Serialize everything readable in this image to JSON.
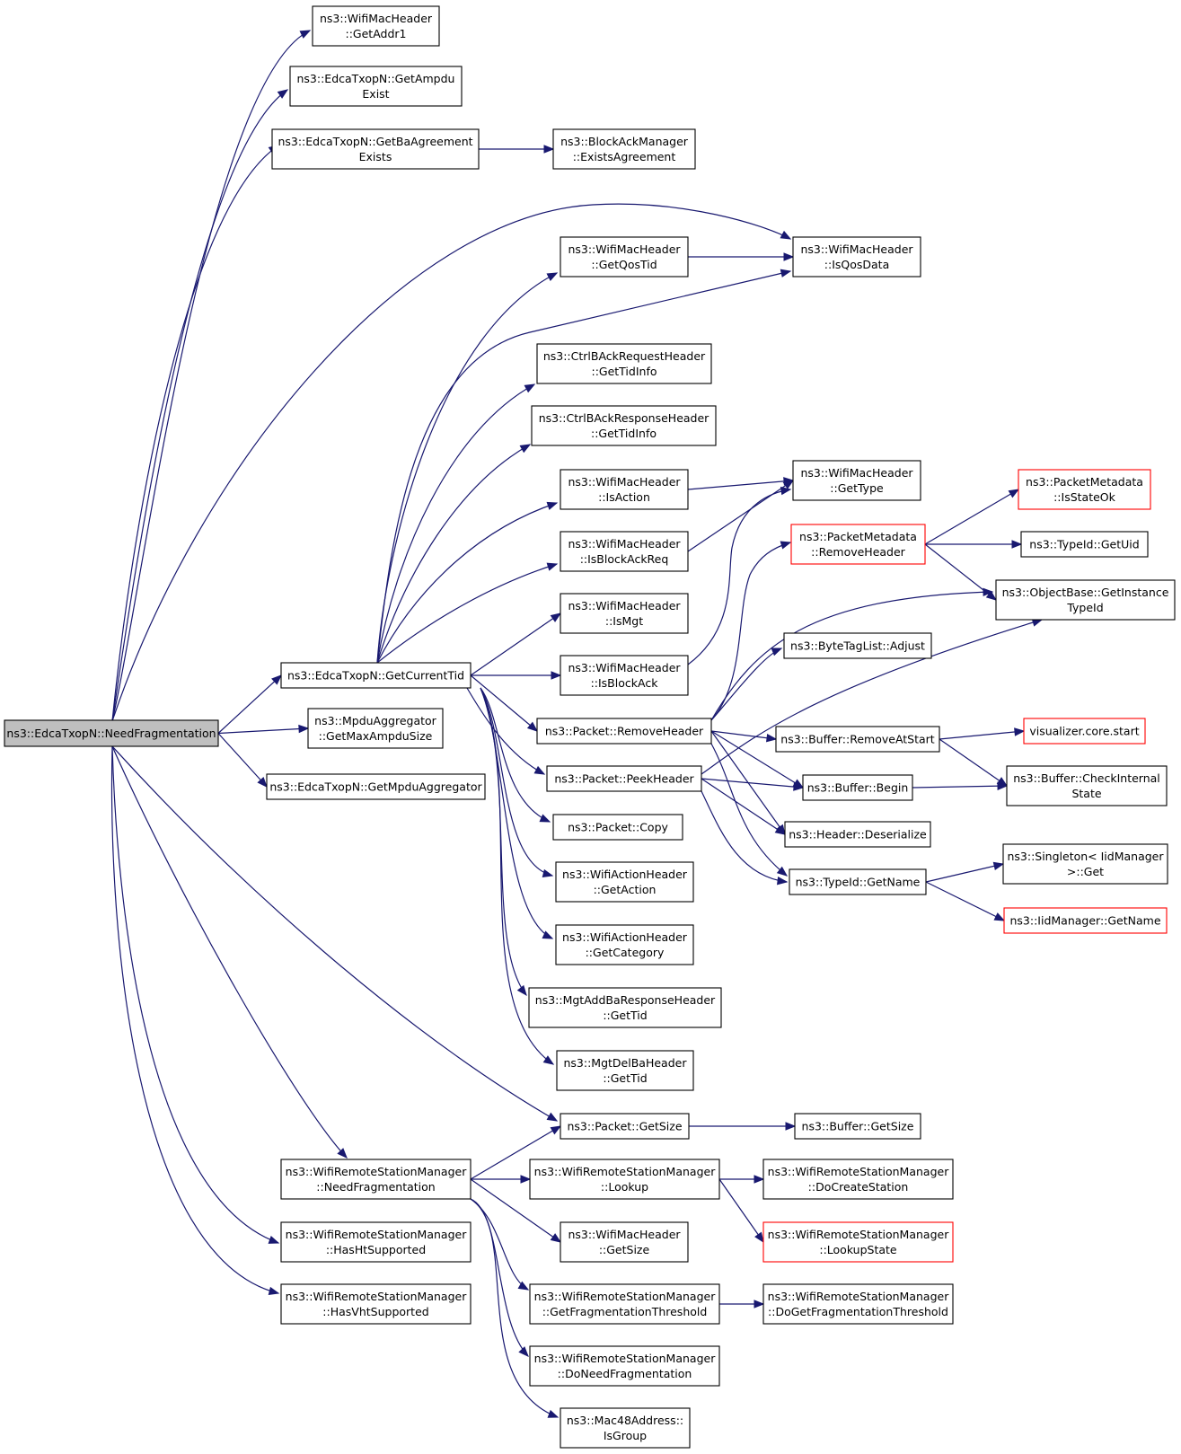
{
  "colors": {
    "edge": "#191970",
    "node_border": "#000000",
    "truncated_border": "#ff0000",
    "root_fill": "#bfbfbf"
  },
  "nodes": [
    {
      "id": "n0",
      "lines": [
        "ns3::EdcaTxopN::NeedFragmentation"
      ],
      "root": true
    },
    {
      "id": "n1",
      "lines": [
        "ns3::WifiMacHeader",
        "::GetAddr1"
      ]
    },
    {
      "id": "n2",
      "lines": [
        "ns3::EdcaTxopN::GetAmpdu",
        "Exist"
      ]
    },
    {
      "id": "n3",
      "lines": [
        "ns3::EdcaTxopN::GetBaAgreement",
        "Exists"
      ]
    },
    {
      "id": "n4",
      "lines": [
        "ns3::BlockAckManager",
        "::ExistsAgreement"
      ]
    },
    {
      "id": "n5",
      "lines": [
        "ns3::WifiMacHeader",
        "::GetQosTid"
      ]
    },
    {
      "id": "n6",
      "lines": [
        "ns3::WifiMacHeader",
        "::IsQosData"
      ]
    },
    {
      "id": "n7",
      "lines": [
        "ns3::CtrlBAckRequestHeader",
        "::GetTidInfo"
      ]
    },
    {
      "id": "n8",
      "lines": [
        "ns3::CtrlBAckResponseHeader",
        "::GetTidInfo"
      ]
    },
    {
      "id": "n9",
      "lines": [
        "ns3::WifiMacHeader",
        "::IsAction"
      ]
    },
    {
      "id": "n10",
      "lines": [
        "ns3::WifiMacHeader",
        "::GetType"
      ]
    },
    {
      "id": "n11",
      "lines": [
        "ns3::PacketMetadata",
        "::IsStateOk"
      ],
      "truncated": true
    },
    {
      "id": "n12",
      "lines": [
        "ns3::PacketMetadata",
        "::RemoveHeader"
      ],
      "truncated": true
    },
    {
      "id": "n13",
      "lines": [
        "ns3::TypeId::GetUid"
      ]
    },
    {
      "id": "n14",
      "lines": [
        "ns3::WifiMacHeader",
        "::IsBlockAckReq"
      ]
    },
    {
      "id": "n15",
      "lines": [
        "ns3::ObjectBase::GetInstance",
        "TypeId"
      ]
    },
    {
      "id": "n16",
      "lines": [
        "ns3::WifiMacHeader",
        "::IsMgt"
      ]
    },
    {
      "id": "n17",
      "lines": [
        "ns3::ByteTagList::Adjust"
      ]
    },
    {
      "id": "n18",
      "lines": [
        "ns3::EdcaTxopN::GetCurrentTid"
      ]
    },
    {
      "id": "n19",
      "lines": [
        "ns3::WifiMacHeader",
        "::IsBlockAck"
      ]
    },
    {
      "id": "n20",
      "lines": [
        "ns3::Packet::RemoveHeader"
      ]
    },
    {
      "id": "n21",
      "lines": [
        "ns3::Buffer::RemoveAtStart"
      ]
    },
    {
      "id": "n22",
      "lines": [
        "visualizer.core.start"
      ],
      "truncated": true
    },
    {
      "id": "n23",
      "lines": [
        "ns3::MpduAggregator",
        "::GetMaxAmpduSize"
      ]
    },
    {
      "id": "n24",
      "lines": [
        "ns3::EdcaTxopN::GetMpduAggregator"
      ]
    },
    {
      "id": "n25",
      "lines": [
        "ns3::Packet::PeekHeader"
      ]
    },
    {
      "id": "n26",
      "lines": [
        "ns3::Buffer::Begin"
      ]
    },
    {
      "id": "n27",
      "lines": [
        "ns3::Buffer::CheckInternal",
        "State"
      ]
    },
    {
      "id": "n28",
      "lines": [
        "ns3::Packet::Copy"
      ]
    },
    {
      "id": "n29",
      "lines": [
        "ns3::Header::Deserialize"
      ]
    },
    {
      "id": "n30",
      "lines": [
        "ns3::WifiActionHeader",
        "::GetAction"
      ]
    },
    {
      "id": "n31",
      "lines": [
        "ns3::TypeId::GetName"
      ]
    },
    {
      "id": "n32",
      "lines": [
        "ns3::Singleton< IidManager",
        ">::Get"
      ]
    },
    {
      "id": "n33",
      "lines": [
        "ns3::IidManager::GetName"
      ],
      "truncated": true
    },
    {
      "id": "n34",
      "lines": [
        "ns3::WifiActionHeader",
        "::GetCategory"
      ]
    },
    {
      "id": "n35",
      "lines": [
        "ns3::MgtAddBaResponseHeader",
        "::GetTid"
      ]
    },
    {
      "id": "n36",
      "lines": [
        "ns3::MgtDelBaHeader",
        "::GetTid"
      ]
    },
    {
      "id": "n37",
      "lines": [
        "ns3::Packet::GetSize"
      ]
    },
    {
      "id": "n38",
      "lines": [
        "ns3::Buffer::GetSize"
      ]
    },
    {
      "id": "n39",
      "lines": [
        "ns3::WifiRemoteStationManager",
        "::NeedFragmentation"
      ]
    },
    {
      "id": "n40",
      "lines": [
        "ns3::WifiRemoteStationManager",
        "::Lookup"
      ]
    },
    {
      "id": "n41",
      "lines": [
        "ns3::WifiRemoteStationManager",
        "::DoCreateStation"
      ]
    },
    {
      "id": "n42",
      "lines": [
        "ns3::WifiRemoteStationManager",
        "::HasHtSupported"
      ]
    },
    {
      "id": "n43",
      "lines": [
        "ns3::WifiMacHeader",
        "::GetSize"
      ]
    },
    {
      "id": "n44",
      "lines": [
        "ns3::WifiRemoteStationManager",
        "::LookupState"
      ],
      "truncated": true
    },
    {
      "id": "n45",
      "lines": [
        "ns3::WifiRemoteStationManager",
        "::HasVhtSupported"
      ]
    },
    {
      "id": "n46",
      "lines": [
        "ns3::WifiRemoteStationManager",
        "::GetFragmentationThreshold"
      ]
    },
    {
      "id": "n47",
      "lines": [
        "ns3::WifiRemoteStationManager",
        "::DoGetFragmentationThreshold"
      ]
    },
    {
      "id": "n48",
      "lines": [
        "ns3::WifiRemoteStationManager",
        "::DoNeedFragmentation"
      ]
    },
    {
      "id": "n49",
      "lines": [
        "ns3::Mac48Address::",
        "IsGroup"
      ]
    }
  ],
  "edges": [
    [
      "n0",
      "n1"
    ],
    [
      "n0",
      "n2"
    ],
    [
      "n0",
      "n3"
    ],
    [
      "n0",
      "n6"
    ],
    [
      "n0",
      "n18"
    ],
    [
      "n0",
      "n23"
    ],
    [
      "n0",
      "n24"
    ],
    [
      "n0",
      "n37"
    ],
    [
      "n0",
      "n39"
    ],
    [
      "n0",
      "n42"
    ],
    [
      "n0",
      "n45"
    ],
    [
      "n3",
      "n4"
    ],
    [
      "n5",
      "n6"
    ],
    [
      "n9",
      "n10"
    ],
    [
      "n14",
      "n10"
    ],
    [
      "n19",
      "n10"
    ],
    [
      "n12",
      "n11"
    ],
    [
      "n12",
      "n13"
    ],
    [
      "n12",
      "n15"
    ],
    [
      "n18",
      "n5"
    ],
    [
      "n18",
      "n6"
    ],
    [
      "n18",
      "n7"
    ],
    [
      "n18",
      "n8"
    ],
    [
      "n18",
      "n9"
    ],
    [
      "n18",
      "n14"
    ],
    [
      "n18",
      "n16"
    ],
    [
      "n18",
      "n19"
    ],
    [
      "n18",
      "n20"
    ],
    [
      "n18",
      "n25"
    ],
    [
      "n18",
      "n28"
    ],
    [
      "n18",
      "n30"
    ],
    [
      "n18",
      "n34"
    ],
    [
      "n18",
      "n35"
    ],
    [
      "n18",
      "n36"
    ],
    [
      "n20",
      "n12"
    ],
    [
      "n20",
      "n15"
    ],
    [
      "n20",
      "n17"
    ],
    [
      "n20",
      "n21"
    ],
    [
      "n20",
      "n26"
    ],
    [
      "n20",
      "n29"
    ],
    [
      "n20",
      "n31"
    ],
    [
      "n21",
      "n22"
    ],
    [
      "n21",
      "n27"
    ],
    [
      "n26",
      "n27"
    ],
    [
      "n25",
      "n15"
    ],
    [
      "n25",
      "n26"
    ],
    [
      "n25",
      "n29"
    ],
    [
      "n25",
      "n31"
    ],
    [
      "n31",
      "n32"
    ],
    [
      "n31",
      "n33"
    ],
    [
      "n37",
      "n38"
    ],
    [
      "n39",
      "n37"
    ],
    [
      "n39",
      "n40"
    ],
    [
      "n39",
      "n43"
    ],
    [
      "n39",
      "n46"
    ],
    [
      "n39",
      "n48"
    ],
    [
      "n39",
      "n49"
    ],
    [
      "n40",
      "n41"
    ],
    [
      "n40",
      "n44"
    ],
    [
      "n46",
      "n47"
    ]
  ]
}
